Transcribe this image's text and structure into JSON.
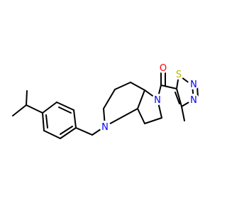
{
  "structure": {
    "atoms": {
      "n_piperidine": {
        "text": "N",
        "color": "#0000ff"
      },
      "n_pyrrolidine": {
        "text": "N",
        "color": "#0000ff"
      },
      "o_carbonyl": {
        "text": "O",
        "color": "#ff0000"
      },
      "s_thiadiazole": {
        "text": "S",
        "color": "#b8b800"
      },
      "n_thiadiazole_a": {
        "text": "N",
        "color": "#0000ff"
      },
      "n_thiadiazole_b": {
        "text": "N",
        "color": "#0000ff"
      }
    }
  }
}
